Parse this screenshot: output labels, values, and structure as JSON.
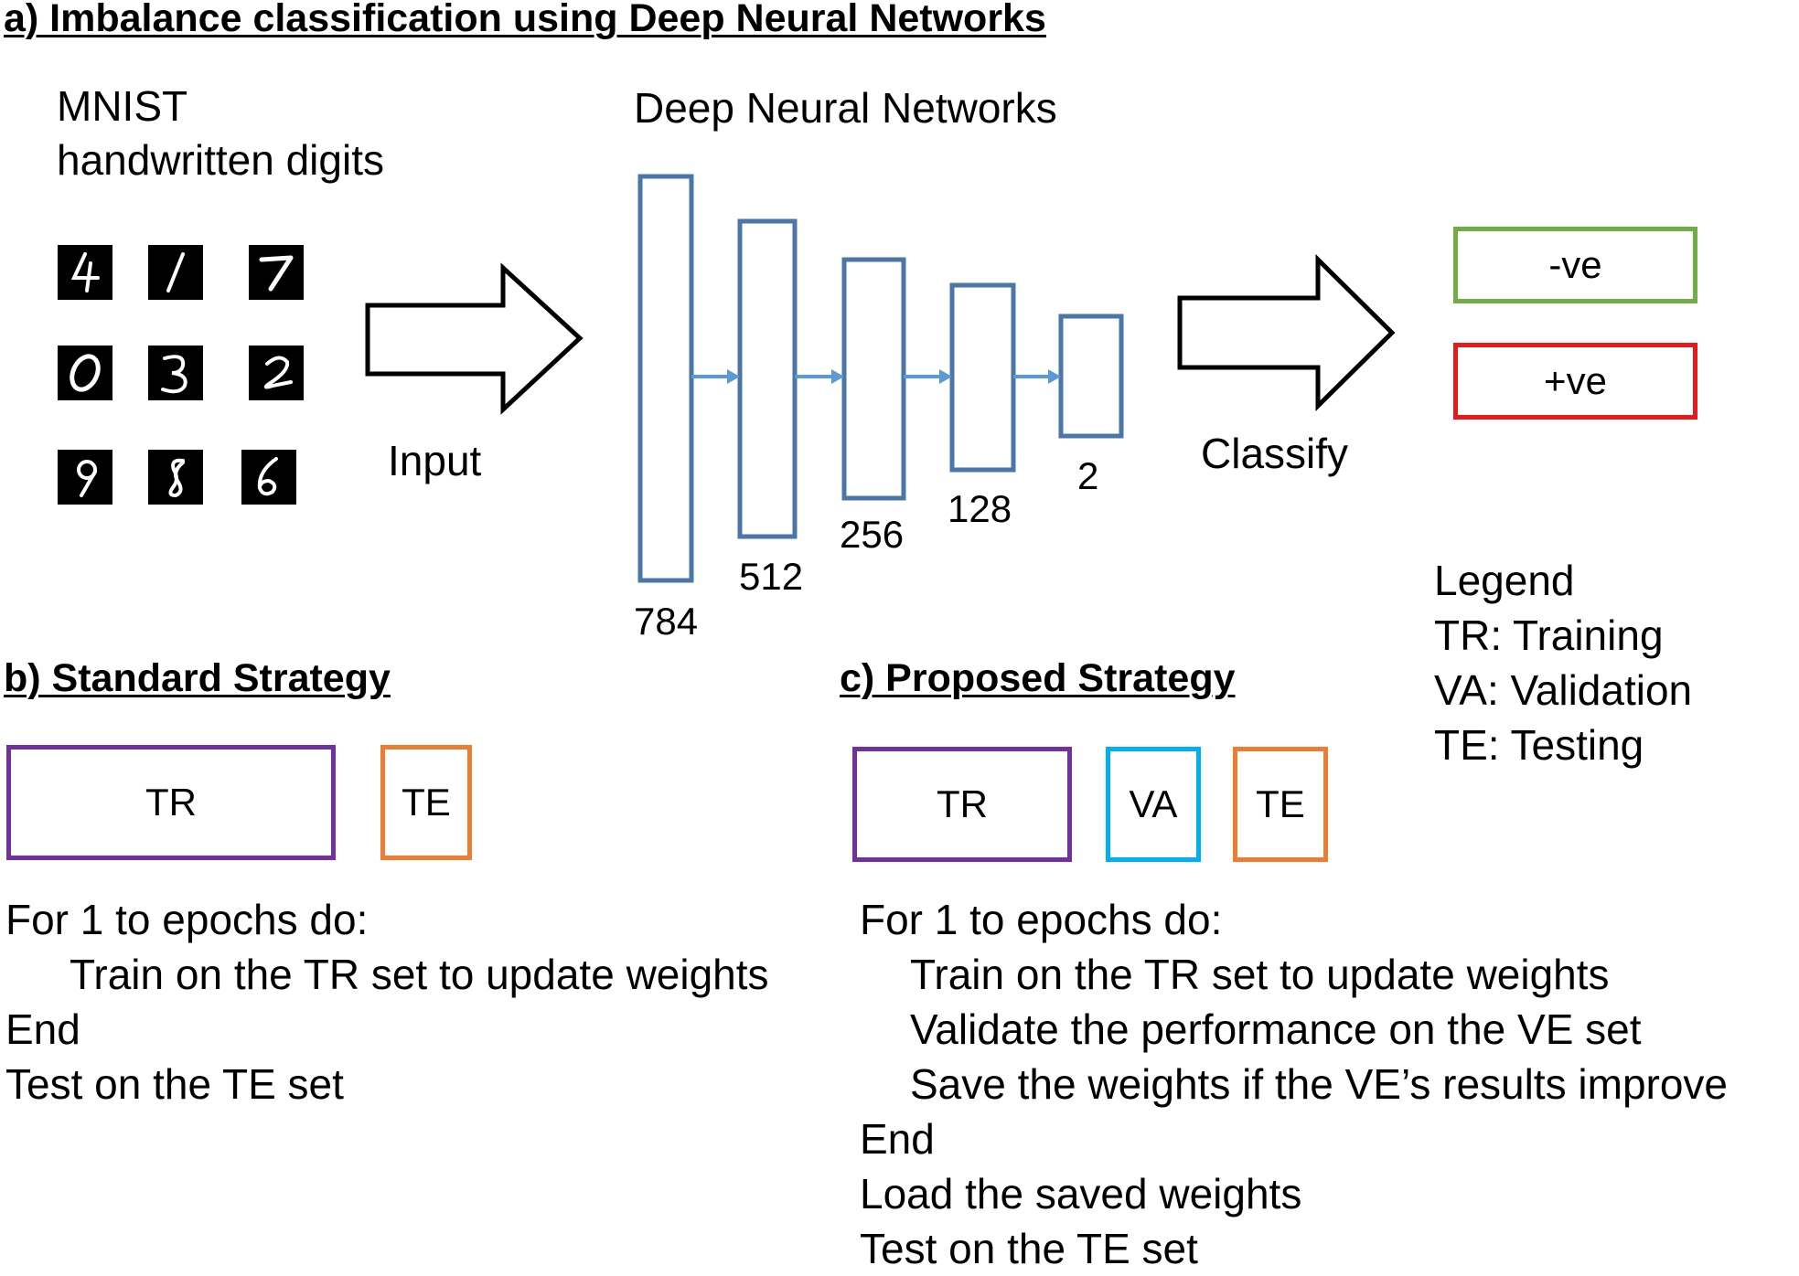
{
  "section_a": {
    "title": "a) Imbalance classification using Deep Neural Networks",
    "dataset_line1": "MNIST",
    "dataset_line2": "handwritten digits",
    "digits": [
      "4",
      "1",
      "7",
      "0",
      "3",
      "2",
      "9",
      "8",
      "6"
    ],
    "input_label": "Input",
    "network_title": "Deep Neural Networks",
    "layers": [
      "784",
      "512",
      "256",
      "128",
      "2"
    ],
    "classify_label": "Classify",
    "outputs": [
      {
        "label": "-ve",
        "color": "#70ad47"
      },
      {
        "label": "+ve",
        "color": "#e8191b"
      }
    ],
    "layer_color": "#4a76a8",
    "connector_color": "#5b9bd5"
  },
  "legend": {
    "title": "Legend",
    "items": [
      "TR: Training",
      "VA: Validation",
      "TE: Testing"
    ]
  },
  "section_b": {
    "title": "b) Standard Strategy",
    "boxes": [
      {
        "label": "TR",
        "color": "#7030a0"
      },
      {
        "label": "TE",
        "color": "#ed7d31"
      }
    ],
    "steps": [
      {
        "text": "For 1 to epochs do:",
        "indent": false
      },
      {
        "text": "Train on the TR set to update weights",
        "indent": true
      },
      {
        "text": "End",
        "indent": false
      },
      {
        "text": "Test on the TE set",
        "indent": false
      }
    ]
  },
  "section_c": {
    "title": "c) Proposed Strategy",
    "boxes": [
      {
        "label": "TR",
        "color": "#7030a0"
      },
      {
        "label": "VA",
        "color": "#00b0f0"
      },
      {
        "label": "TE",
        "color": "#ed7d31"
      }
    ],
    "steps": [
      {
        "text": "For 1 to epochs do:",
        "indent": false
      },
      {
        "text": "Train on the TR set to update weights",
        "indent": true
      },
      {
        "text": "Validate the performance on the VE set",
        "indent": true
      },
      {
        "text": "Save the weights if the VE’s results improve",
        "indent": true
      },
      {
        "text": "End",
        "indent": false
      },
      {
        "text": "Load the saved weights",
        "indent": false
      },
      {
        "text": "Test on the TE set",
        "indent": false
      }
    ]
  }
}
